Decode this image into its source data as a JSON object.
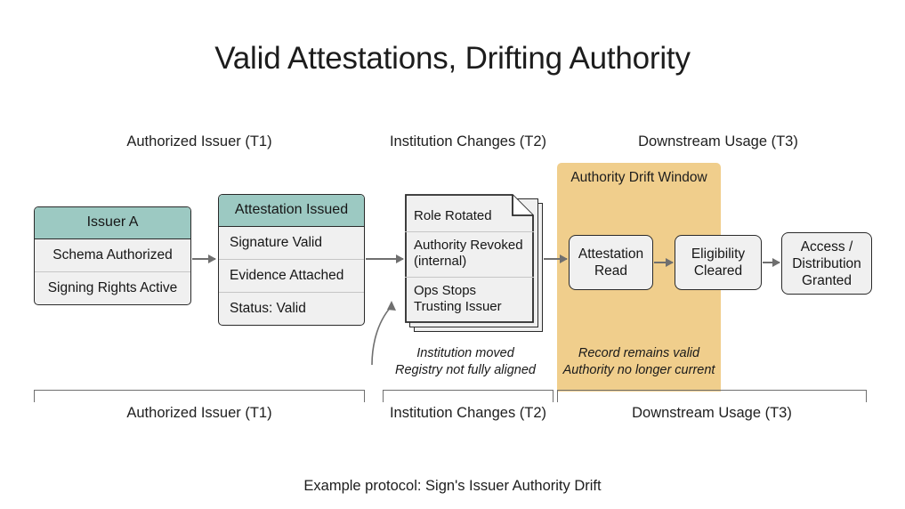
{
  "title": "Valid Attestations, Drifting Authority",
  "footer": "Example protocol: Sign's Issuer Authority Drift",
  "colors": {
    "card_header_teal": "#9CC9C2",
    "drift_window_orange": "#F0CE8C",
    "card_body": "#F0F0F0",
    "border": "#2A2A2A",
    "arrow": "#6F6F6F",
    "text": "#1A1A1A"
  },
  "phases": {
    "top": [
      {
        "label": "Authorized Issuer (T1)"
      },
      {
        "label": "Institution Changes (T2)"
      },
      {
        "label": "Downstream Usage (T3)"
      }
    ],
    "bottom": [
      {
        "label": "Authorized Issuer (T1)"
      },
      {
        "label": "Institution Changes (T2)"
      },
      {
        "label": "Downstream Usage (T3)"
      }
    ]
  },
  "cards": {
    "issuer": {
      "header": "Issuer A",
      "rows": [
        "Schema Authorized",
        "Signing Rights Active"
      ]
    },
    "attestation": {
      "header": "Attestation Issued",
      "rows": [
        "Signature Valid",
        "Evidence Attached",
        "Status: Valid"
      ]
    }
  },
  "document": {
    "rows": [
      "Role Rotated",
      "Authority Revoked\n(internal)",
      "Ops Stops\nTrusting Issuer"
    ],
    "row_0": "Role Rotated",
    "row_1_line_a": "Authority Revoked",
    "row_1_line_b": "(internal)",
    "row_2_line_a": "Ops Stops",
    "row_2_line_b": "Trusting Issuer"
  },
  "notes": {
    "institution": {
      "line_a": "Institution moved",
      "line_b": "Registry not fully aligned"
    },
    "drift": {
      "line_a": "Record remains valid",
      "line_b": "Authority no longer current"
    }
  },
  "drift_window": {
    "label": "Authority Drift Window"
  },
  "downstream": {
    "boxes": [
      {
        "line_a": "Attestation",
        "line_b": "Read",
        "line_c": ""
      },
      {
        "line_a": "Eligibility",
        "line_b": "Cleared",
        "line_c": ""
      },
      {
        "line_a": "Access /",
        "line_b": "Distribution",
        "line_c": "Granted"
      }
    ]
  }
}
